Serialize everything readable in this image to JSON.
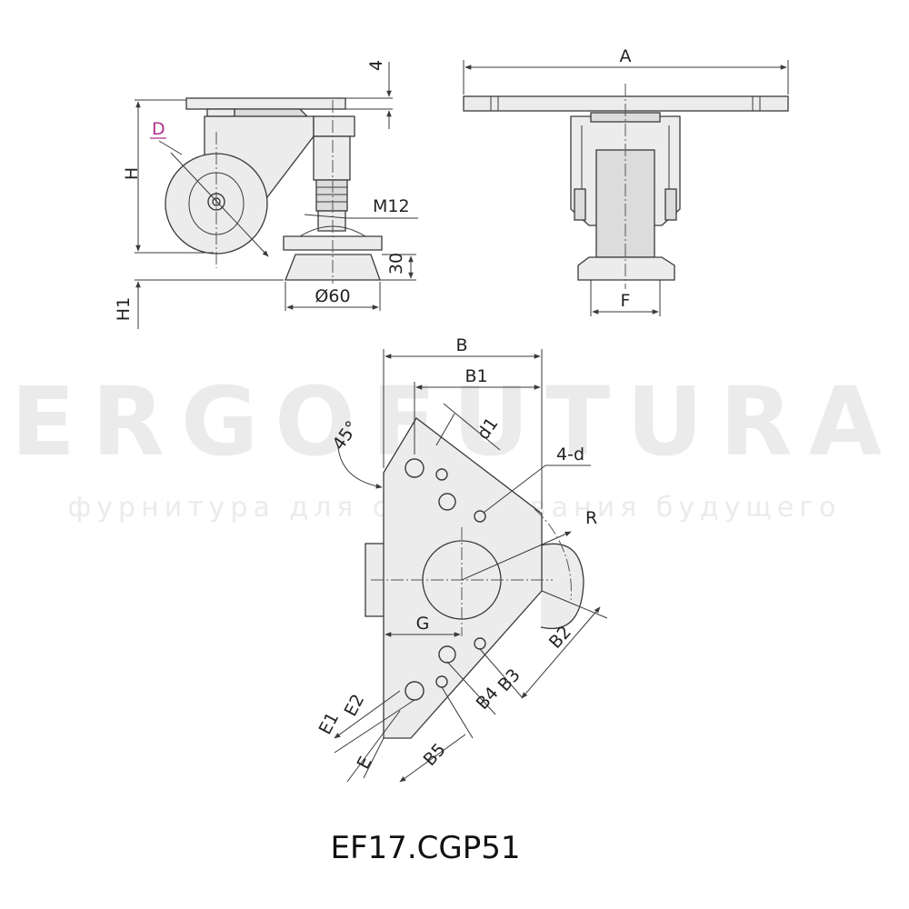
{
  "watermark": {
    "brand": "ERGOFUTURA",
    "tagline": "фурнитура для оборудования будущего"
  },
  "side_view": {
    "label_d": "D",
    "label_h": "H",
    "label_h1": "H1",
    "label_4": "4",
    "label_m12": "M12",
    "label_30": "30",
    "label_dia60": "Ø60"
  },
  "front_view": {
    "label_a": "A",
    "label_f": "F"
  },
  "plan_view": {
    "label_b": "B",
    "label_b1": "B1",
    "label_45": "45°",
    "label_d1": "d1",
    "label_4d": "4-d",
    "label_r": "R",
    "label_g": "G",
    "label_b2": "B2",
    "label_b3": "B3",
    "label_b4": "B4",
    "label_b5": "B5",
    "label_e": "E",
    "label_e1": "E1",
    "label_e2": "E2"
  },
  "product_code": "EF17.CGP51",
  "colors": {
    "line": "#3a3a3a",
    "fill": "#ececec",
    "accent_d": "#b0308a",
    "watermark": "#ebebeb"
  }
}
